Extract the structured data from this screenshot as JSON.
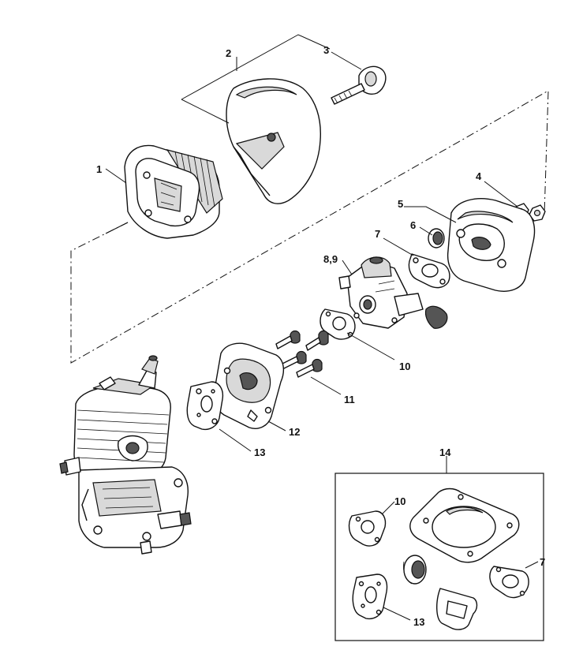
{
  "callouts": {
    "c1": "1",
    "c2": "2",
    "c3": "3",
    "c4": "4",
    "c5": "5",
    "c6": "6",
    "c7": "7",
    "c89": "8,9",
    "c10": "10",
    "c11": "11",
    "c12": "12",
    "c13": "13",
    "c14": "14",
    "kit10": "10",
    "kit7": "7",
    "kit13": "13"
  }
}
